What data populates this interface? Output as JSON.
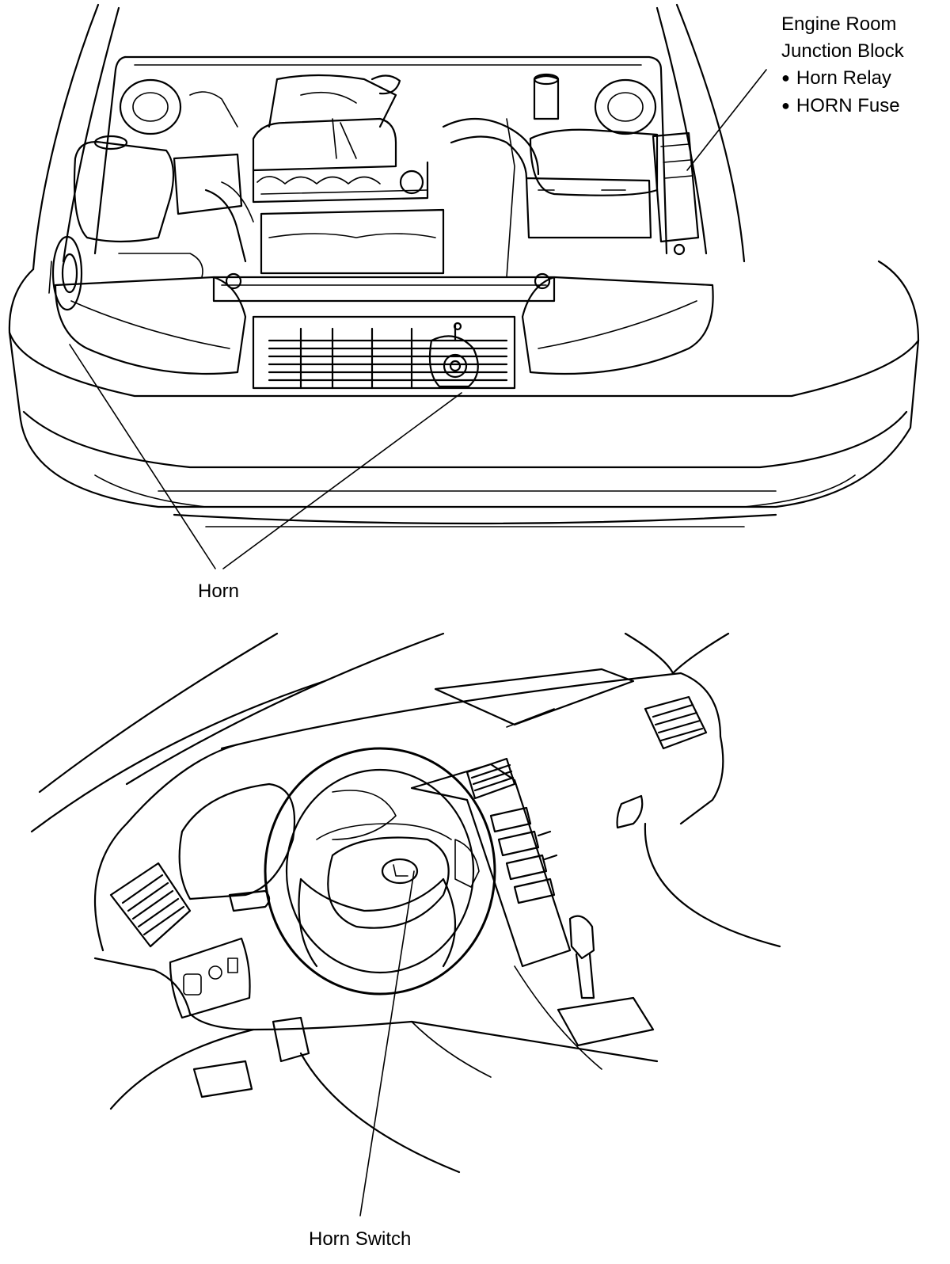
{
  "labels": {
    "junction_block_line1": "Engine Room",
    "junction_block_line2": "Junction Block",
    "junction_block_item1": "Horn Relay",
    "junction_block_item2": "HORN Fuse",
    "horn": "Horn",
    "horn_switch": "Horn Switch"
  },
  "colors": {
    "line": "#000000",
    "background": "#ffffff"
  }
}
